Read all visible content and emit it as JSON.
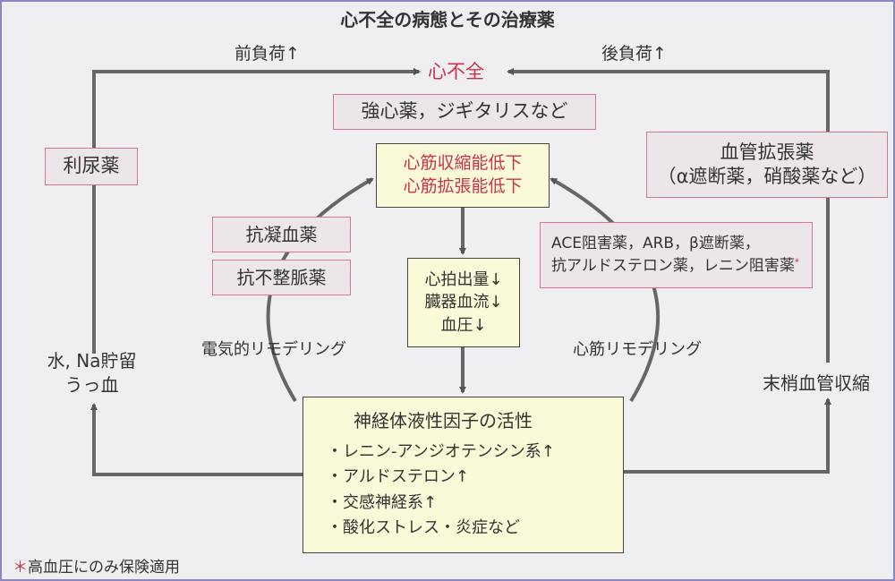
{
  "title": "心不全の病態とその治療薬",
  "preload": "前負荷↑",
  "afterload": "後負荷↑",
  "heart_failure": "心不全",
  "inotropes": "強心薬，ジギタリスなど",
  "diuretics": "利尿薬",
  "vasodilators": {
    "line1": "血管拡張薬",
    "line2": "（α遮断薬，硝酸薬など）"
  },
  "myocardial": {
    "line1": "心筋収縮能低下",
    "line2": "心筋拡張能低下"
  },
  "anticoagulant": "抗凝血薬",
  "antiarrhythmic": "抗不整脈薬",
  "raas_drugs": {
    "line1": "ACE阻害薬，ARB，β遮断薬，",
    "line2": "抗アルドステロン薬，レニン阻害薬",
    "mark": "*"
  },
  "output": {
    "line1": "心拍出量↓",
    "line2": "臓器血流↓",
    "line3": "血圧↓"
  },
  "electrical_remodeling": "電気的リモデリング",
  "myocardial_remodeling": "心筋リモデリング",
  "retention": {
    "line1": "水, Na貯留",
    "line2": "うっ血"
  },
  "vasoconstriction": "末梢血管収縮",
  "neurohumoral": {
    "title": "神経体液性因子の活性",
    "items": [
      "・レニン-アンジオテンシン系↑",
      "・アルドステロン↑",
      "・交感神経系↑",
      "・酸化ストレス・炎症など"
    ]
  },
  "footnote": {
    "mark": "＊",
    "text": "高血圧にのみ保険適用"
  }
}
